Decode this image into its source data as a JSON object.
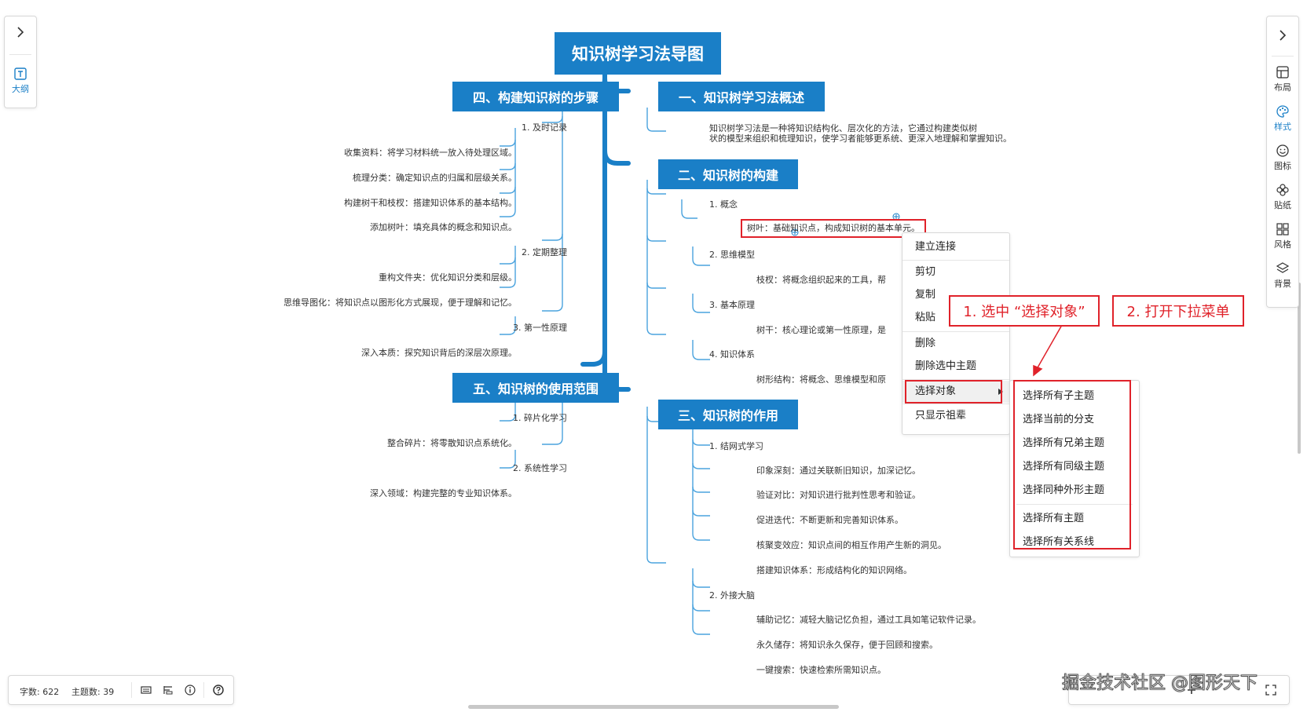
{
  "mindmap": {
    "root": "知识树学习法导图",
    "branches": [
      {
        "title": "一、知识树学习法概述",
        "desc_line1": "知识树学习法是一种将知识结构化、层次化的方法，它通过构建类似树",
        "desc_line2": "状的模型来组织和梳理知识，使学习者能够更系统、更深入地理解和掌握知识。"
      },
      {
        "title": "二、知识树的构建",
        "items": [
          {
            "label": "1. 概念",
            "children": [
              "树叶：基础知识点，构成知识树的基本单元。"
            ]
          },
          {
            "label": "2. 思维模型",
            "children": [
              "枝杈：将概念组织起来的工具，帮"
            ]
          },
          {
            "label": "3. 基本原理",
            "children": [
              "树干：核心理论或第一性原理，是"
            ]
          },
          {
            "label": "4. 知识体系",
            "children": [
              "树形结构：将概念、思维模型和原"
            ]
          }
        ]
      },
      {
        "title": "三、知识树的作用",
        "items": [
          {
            "label": "1. 结网式学习",
            "children": [
              "印象深刻：通过关联新旧知识，加深记忆。",
              "验证对比：对知识进行批判性思考和验证。",
              "促进迭代：不断更新和完善知识体系。",
              "核聚变效应：知识点间的相互作用产生新的洞见。",
              "搭建知识体系：形成结构化的知识网络。"
            ]
          },
          {
            "label": "2. 外接大脑",
            "children": [
              "辅助记忆：减轻大脑记忆负担，通过工具如笔记软件记录。",
              "永久储存：将知识永久保存，便于回顾和搜索。",
              "一键搜索：快速检索所需知识点。"
            ]
          }
        ]
      },
      {
        "title": "四、构建知识树的步骤",
        "items": [
          {
            "label": "1. 及时记录",
            "children": [
              "收集资料：将学习材料统一放入待处理区域。",
              "梳理分类：确定知识点的归属和层级关系。",
              "构建树干和枝杈：搭建知识体系的基本结构。",
              "添加树叶：填充具体的概念和知识点。"
            ]
          },
          {
            "label": "2. 定期整理",
            "children": [
              "重构文件夹：优化知识分类和层级。",
              "思维导图化：将知识点以图形化方式展现，便于理解和记忆。"
            ]
          },
          {
            "label": "3. 第一性原理",
            "children": [
              "深入本质：探究知识背后的深层次原理。"
            ]
          }
        ]
      },
      {
        "title": "五、知识树的使用范围",
        "items": [
          {
            "label": "1. 碎片化学习",
            "children": [
              "整合碎片：将零散知识点系统化。"
            ]
          },
          {
            "label": "2. 系统性学习",
            "children": [
              "深入领域：构建完整的专业知识体系。"
            ]
          }
        ]
      }
    ]
  },
  "left_panel": {
    "outline_label": "大纲"
  },
  "right_panel": {
    "items": [
      "布局",
      "样式",
      "图标",
      "贴纸",
      "风格",
      "背景"
    ]
  },
  "context_menu": {
    "items": [
      "建立连接",
      "剪切",
      "复制",
      "粘贴",
      "删除",
      "删除选中主题",
      "选择对象",
      "只显示祖辈"
    ]
  },
  "submenu": {
    "items": [
      "选择所有子主题",
      "选择当前的分支",
      "选择所有兄弟主题",
      "选择所有同级主题",
      "选择同种外形主题",
      "选择所有主题",
      "选择所有关系线"
    ]
  },
  "annotations": {
    "step1": "1. 选中 “选择对象”",
    "step2": "2. 打开下拉菜单"
  },
  "status_bar": {
    "word_count": "字数: 622",
    "topic_count": "主题数: 39"
  },
  "watermark": "掘金技术社区 @图形天下",
  "colors": {
    "accent": "#1a7fc7",
    "annotation": "#e0222a",
    "line": "#4aa3de"
  }
}
